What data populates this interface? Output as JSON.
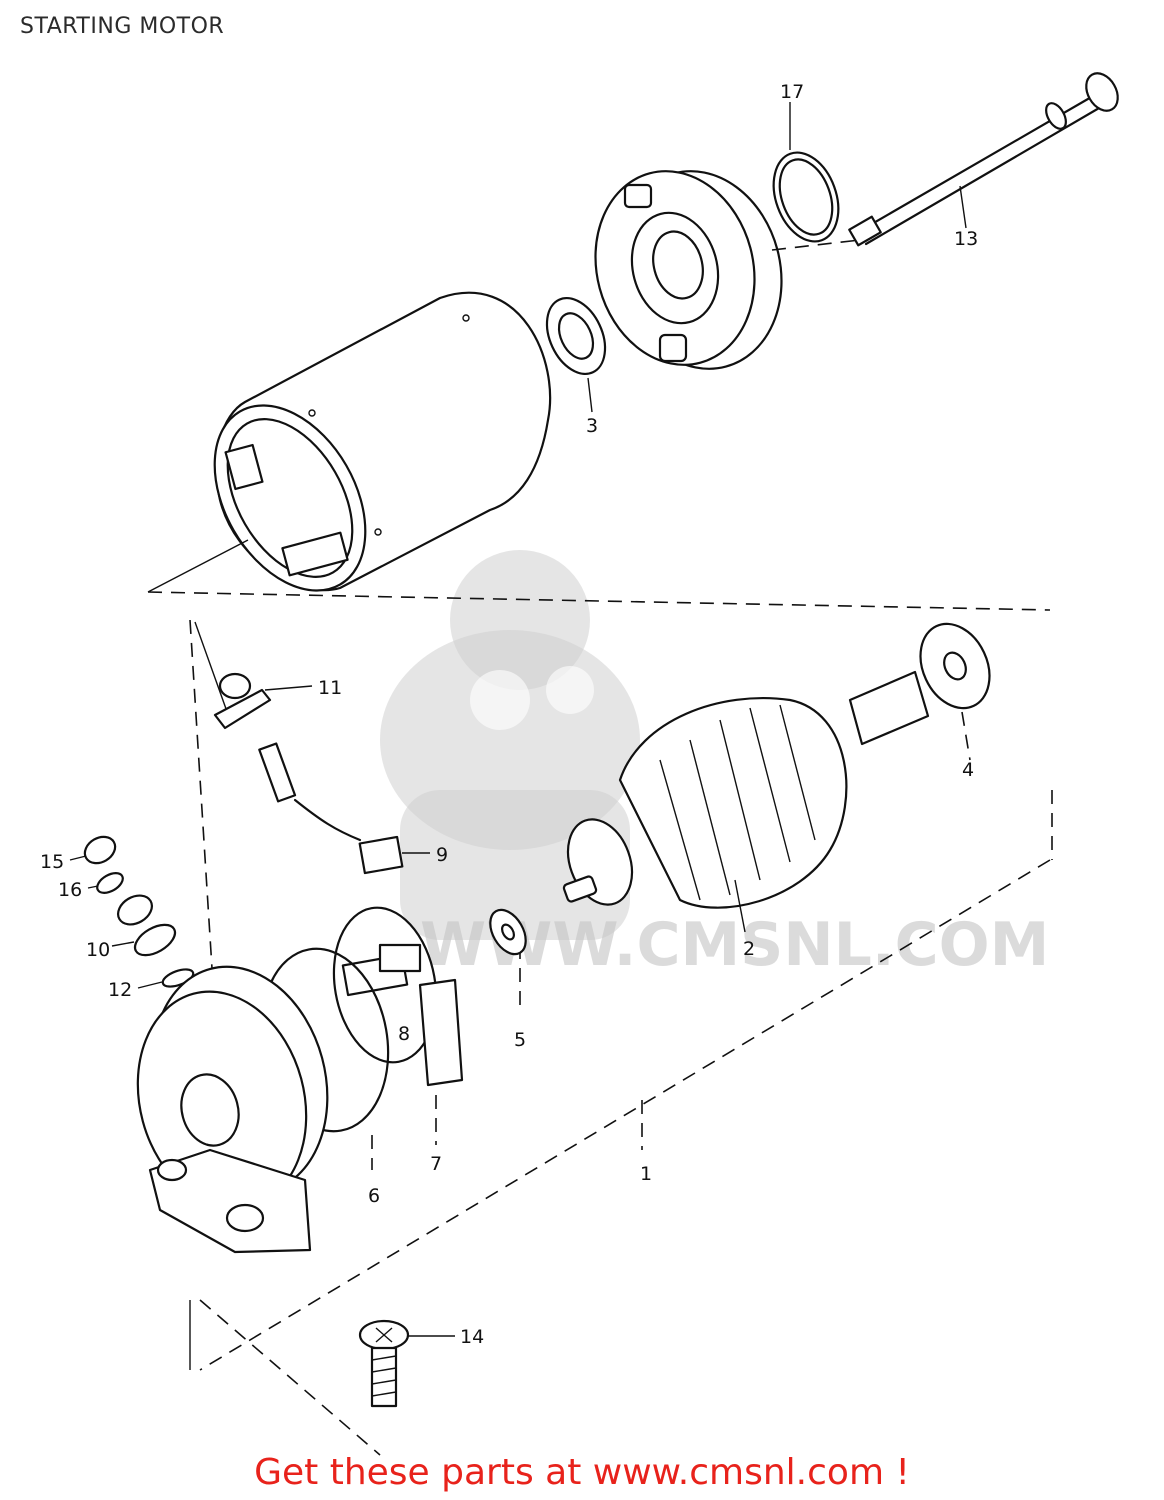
{
  "page": {
    "title": "STARTING MOTOR"
  },
  "watermark": {
    "text": "WWW.CMSNL.COM",
    "kind": "logo"
  },
  "parts": [
    {
      "ref": "1",
      "label": "1"
    },
    {
      "ref": "2",
      "label": "2"
    },
    {
      "ref": "3",
      "label": "3"
    },
    {
      "ref": "4",
      "label": "4"
    },
    {
      "ref": "5",
      "label": "5"
    },
    {
      "ref": "6",
      "label": "6"
    },
    {
      "ref": "7",
      "label": "7"
    },
    {
      "ref": "8",
      "label": "8"
    },
    {
      "ref": "9",
      "label": "9"
    },
    {
      "ref": "10",
      "label": "10"
    },
    {
      "ref": "11",
      "label": "11"
    },
    {
      "ref": "12",
      "label": "12"
    },
    {
      "ref": "13",
      "label": "13"
    },
    {
      "ref": "14",
      "label": "14"
    },
    {
      "ref": "15",
      "label": "15"
    },
    {
      "ref": "16",
      "label": "16"
    },
    {
      "ref": "17",
      "label": "17"
    }
  ],
  "cta": {
    "text": "Get these parts at www.cmsnl.com !",
    "color": "#e8221b"
  }
}
